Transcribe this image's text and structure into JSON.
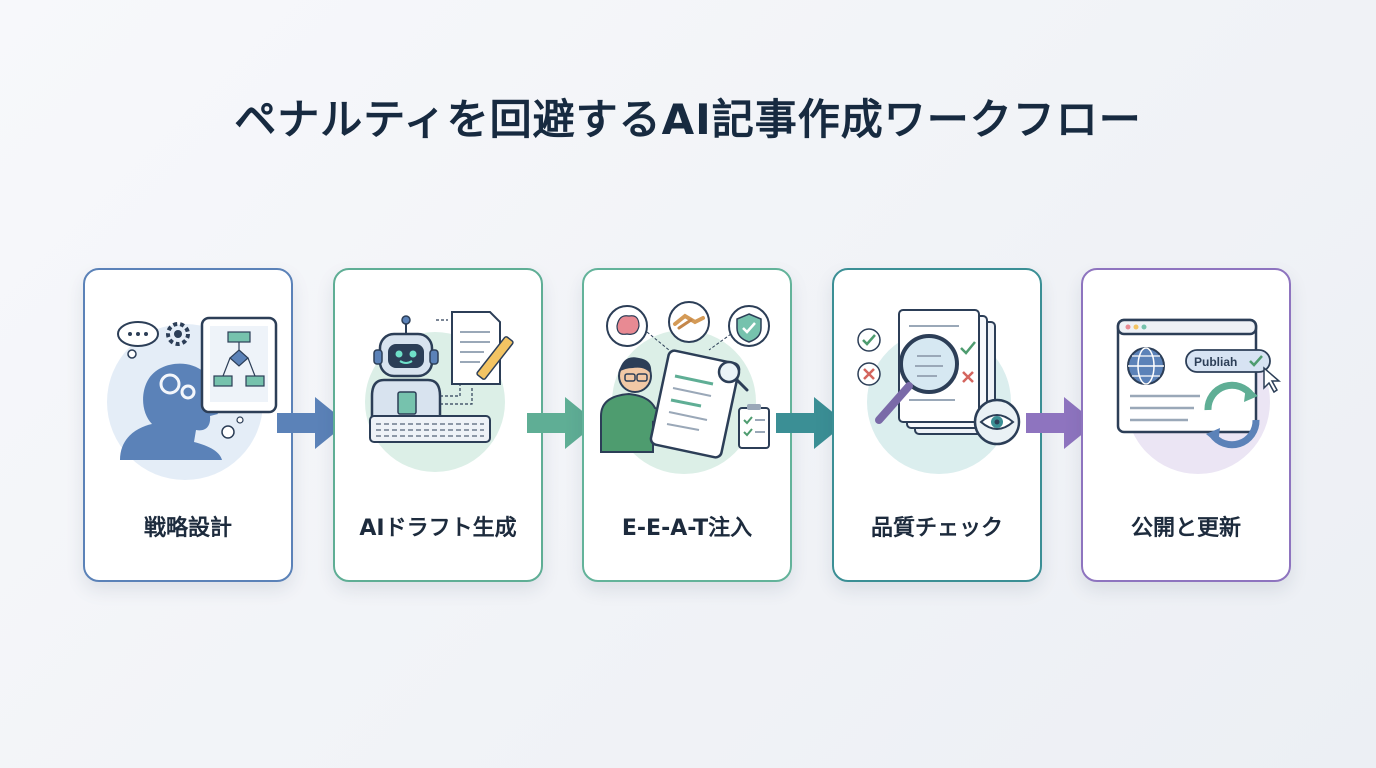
{
  "title": "ペナルティを回避するAI記事作成ワークフロー",
  "steps": [
    {
      "label": "戦略設計"
    },
    {
      "label": "AIドラフト生成"
    },
    {
      "label": "E-E-A-T注入"
    },
    {
      "label": "品質チェック"
    },
    {
      "label": "公開と更新",
      "button_text": "Publiah"
    }
  ],
  "colors": {
    "step1": "#5b82b8",
    "step2": "#5fae95",
    "step3": "#63b39a",
    "step4": "#3b8f95",
    "step5": "#8e74bf"
  }
}
